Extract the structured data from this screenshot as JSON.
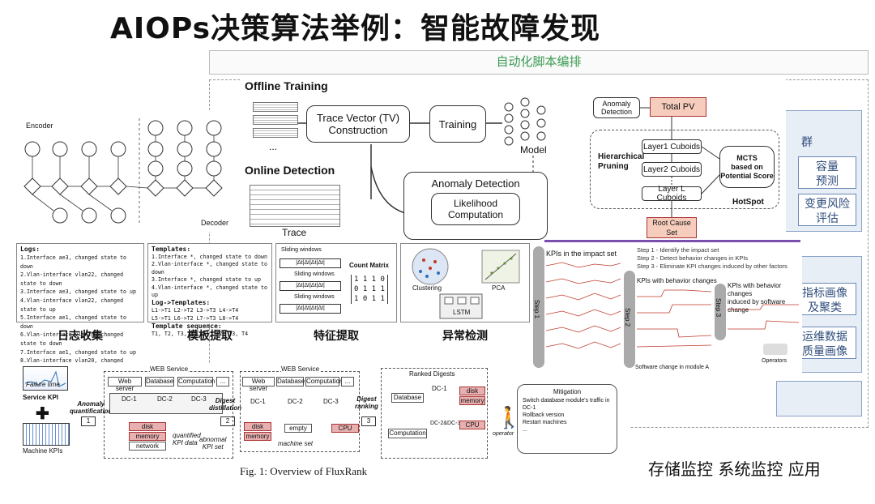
{
  "title": "AIOPs决策算法举例：智能故障发现",
  "script_bar": "自动化脚本编排",
  "right_panel": {
    "item_a": "容量\n预测",
    "item_b": "变更风险\n评估",
    "item_c": "指标画像\n及聚类",
    "item_d": "运维数据\n质量画像",
    "partial_top": "群"
  },
  "bottom_monitor": "存储监控 系统监控 应用",
  "offline": {
    "offline_label": "Offline Training",
    "online_label": "Online Detection",
    "tv_box": "Trace Vector (TV)\nConstruction",
    "training": "Training",
    "model": "Model",
    "anomaly_detection": "Anomaly Detection",
    "likelihood": "Likelihood\nComputation",
    "trace": "Trace",
    "dots": "..."
  },
  "hotspot": {
    "anomaly_detection": "Anomaly\nDetection",
    "total_pv": "Total PV",
    "hierarchical_pruning": "Hierarchical\nPruning",
    "layer1": "Layer1 Cuboids",
    "layer2": "Layer2 Cuboids",
    "layerL": "Layer L Cuboids",
    "mcts": "MCTS\nbased on\nPotential Score",
    "hotspot": "HotSpot",
    "root_cause": "Root Cause\nSet"
  },
  "encoder": {
    "encoder": "Encoder",
    "decoder": "Decoder"
  },
  "log_pipeline": {
    "logs_title": "Logs:",
    "logs": [
      "1.Interface ae3, changed state to down",
      "2.Vlan-interface vlan22, changed state to down",
      "3.Interface ae3, changed state to up",
      "4.Vlan-interface vlan22, changed state to up",
      "5.Interface ae1, changed state to down",
      "6.Vlan-interface vlan20, changed state to down",
      "7.Interface ae1, changed state to up",
      "8.Vlan-interface vlan20, changed state to up"
    ],
    "templates_title": "Templates:",
    "templates": [
      "1.Interface *, changed state to down",
      "2.Vlan-interface *, changed state to down",
      "3.Interface *, changed state to up",
      "4.Vlan-interface *, changed state to up"
    ],
    "log_templates_title": "Log->Templates:",
    "log_templates": [
      "L1->T1  L2->T2  L3->T3  L4->T4",
      "L5->T1  L6->T2  L7->T3  L8->T4"
    ],
    "template_seq_title": "Template sequence:",
    "template_seq": "T1, T2, T3, T4, T1, T2, T3, T4",
    "sliding": "Sliding windows",
    "count_matrix": "Count Matrix",
    "matrix": [
      "1 1 1 0",
      "0 1 1 1",
      "1 0 1 1"
    ],
    "clustering": "Clustering",
    "pca": "PCA",
    "lstm": "LSTM",
    "cap1": "日志收集",
    "cap2": "模板提取",
    "cap3": "特征提取",
    "cap4": "异常检测"
  },
  "fluxrank": {
    "failure_time": "Failure time",
    "service_kpi": "Service KPI",
    "machine_kpis": "Machine KPIs",
    "anomaly_q": "Anomaly\nquantification",
    "web_service": "WEB Service",
    "web_server": "Web server",
    "database": "Database",
    "computation": "Computation",
    "dc1": "DC-1",
    "dc2": "DC-2",
    "dc3": "DC-3",
    "disk": "disk",
    "memory": "memory",
    "network": "network",
    "quantified": "quantified\nKPI data",
    "digest_distill": "Digest\ndistillation",
    "abnormal": "abnormal\nKPI set",
    "machine_set": "machine set",
    "empty": "empty",
    "cpu": "CPU",
    "digest_ranking": "Digest\nranking",
    "ranked_digests": "Ranked Digests",
    "dc23": "DC-2&DC-3",
    "operator": "operator",
    "mitigation": "Mitigation",
    "mitigations": [
      "Switch database module's traffic in DC-1",
      "Rollback version",
      "Restart machines",
      "..."
    ],
    "caption": "Fig. 1: Overview of FluxRank",
    "n1": "1",
    "n2": "2",
    "n3": "3"
  },
  "funnel": {
    "kpis_impact": "KPIs in the impact set",
    "steps": [
      "Step 1 - Identify the impact set",
      "Step 2 - Detect behavior changes in KPIs",
      "Step 3 - Eliminate KPI changes induced by other factors"
    ],
    "kpis_behavior": "KPIs with behavior changes",
    "kpis_software": "KPIs with behavior changes\ninduced by software change",
    "step1": "Step 1",
    "step2": "Step 2",
    "step3": "Step 3",
    "operators": "Operators",
    "software_change": "Software change in module A"
  }
}
